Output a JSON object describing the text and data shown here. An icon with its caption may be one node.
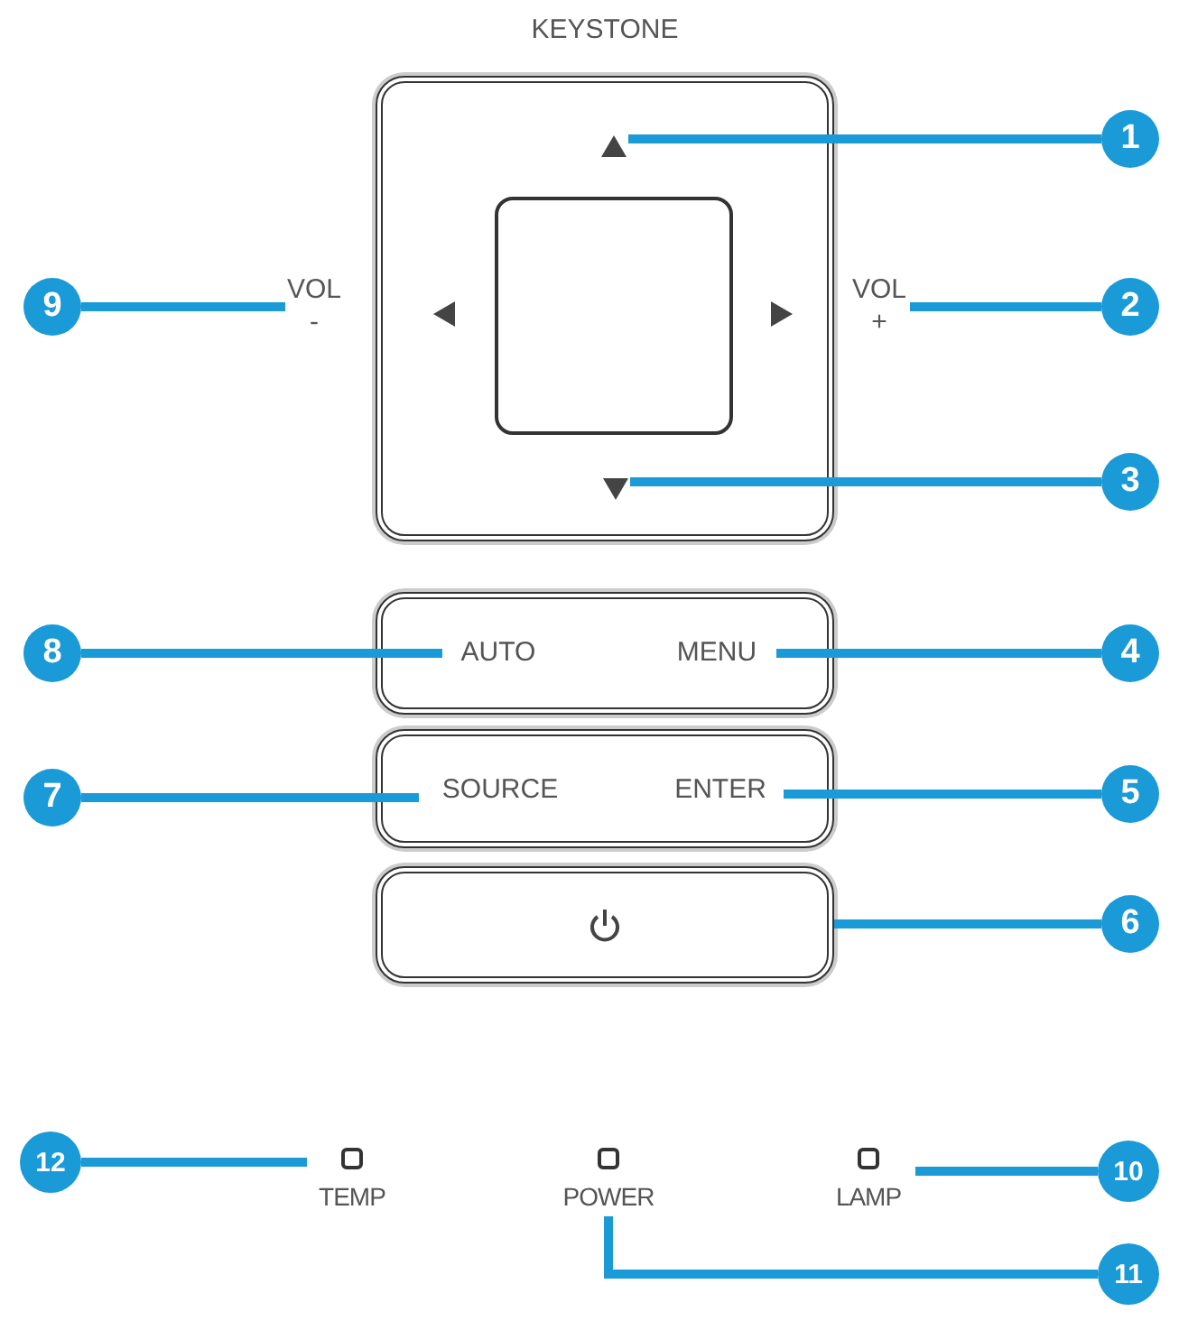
{
  "diagram": {
    "nodes": [
      {
        "text": [
          "KEYSTONE"
        ]
      },
      {
        "text": [],
        "shape": "triangle",
        "in": 0
      },
      {
        "text": [],
        "shape": "box",
        "in": 0
      },
      {
        "text": [],
        "shape": "triangle",
        "in": 0
      },
      {
        "text": [],
        "shape": "triangle",
        "in": 0
      },
      {
        "text": [],
        "shape": "triangle",
        "in": 0
      },
      {
        "text": [
          "VOL -"
        ]
      },
      {
        "text": [
          "VOL +"
        ]
      },
      {
        "text": [],
        "shape": "box"
      },
      {
        "text": [
          "AUTO"
        ],
        "in": 8
      },
      {
        "text": [
          "MENU"
        ],
        "in": 8
      },
      {
        "text": [],
        "shape": "box"
      },
      {
        "text": [
          "SOURCE"
        ],
        "in": 11
      },
      {
        "text": [
          "ENTER"
        ],
        "in": 11
      },
      {
        "text": [],
        "shape": "box"
      },
      {
        "text": [],
        "shape": "box",
        "beside": [
          "TEMP"
        ]
      },
      {
        "text": [],
        "shape": "box",
        "beside": [
          "POWER"
        ]
      },
      {
        "text": [],
        "shape": "box",
        "beside": [
          "LAMP"
        ]
      },
      {
        "text": [
          "1"
        ]
      },
      {
        "text": [
          "2"
        ]
      },
      {
        "text": [
          "3"
        ]
      },
      {
        "text": [
          "4"
        ]
      },
      {
        "text": [
          "5"
        ]
      },
      {
        "text": [
          "6"
        ]
      },
      {
        "text": [
          "7"
        ]
      },
      {
        "text": [
          "8"
        ]
      },
      {
        "text": [
          "9"
        ]
      },
      {
        "text": [
          "10"
        ]
      },
      {
        "text": [
          "11"
        ]
      },
      {
        "text": [
          "12"
        ]
      }
    ],
    "edges": [
      {
        "from": 18,
        "to": 1,
        "arrow": "none"
      },
      {
        "from": 19,
        "to": 7,
        "arrow": "none"
      },
      {
        "from": 20,
        "to": 5,
        "arrow": "none"
      },
      {
        "from": 21,
        "to": 10,
        "arrow": "none"
      },
      {
        "from": 22,
        "to": 13,
        "arrow": "none"
      },
      {
        "from": 23,
        "to": 14,
        "arrow": "none"
      },
      {
        "from": 24,
        "to": 12,
        "arrow": "none"
      },
      {
        "from": 25,
        "to": 9,
        "arrow": "none"
      },
      {
        "from": 26,
        "to": 6,
        "arrow": "none"
      },
      {
        "from": 27,
        "to": 17,
        "arrow": "none"
      },
      {
        "from": 28,
        "to": 16,
        "arrow": "none"
      },
      {
        "from": 29,
        "to": 15,
        "arrow": "none"
      }
    ]
  }
}
